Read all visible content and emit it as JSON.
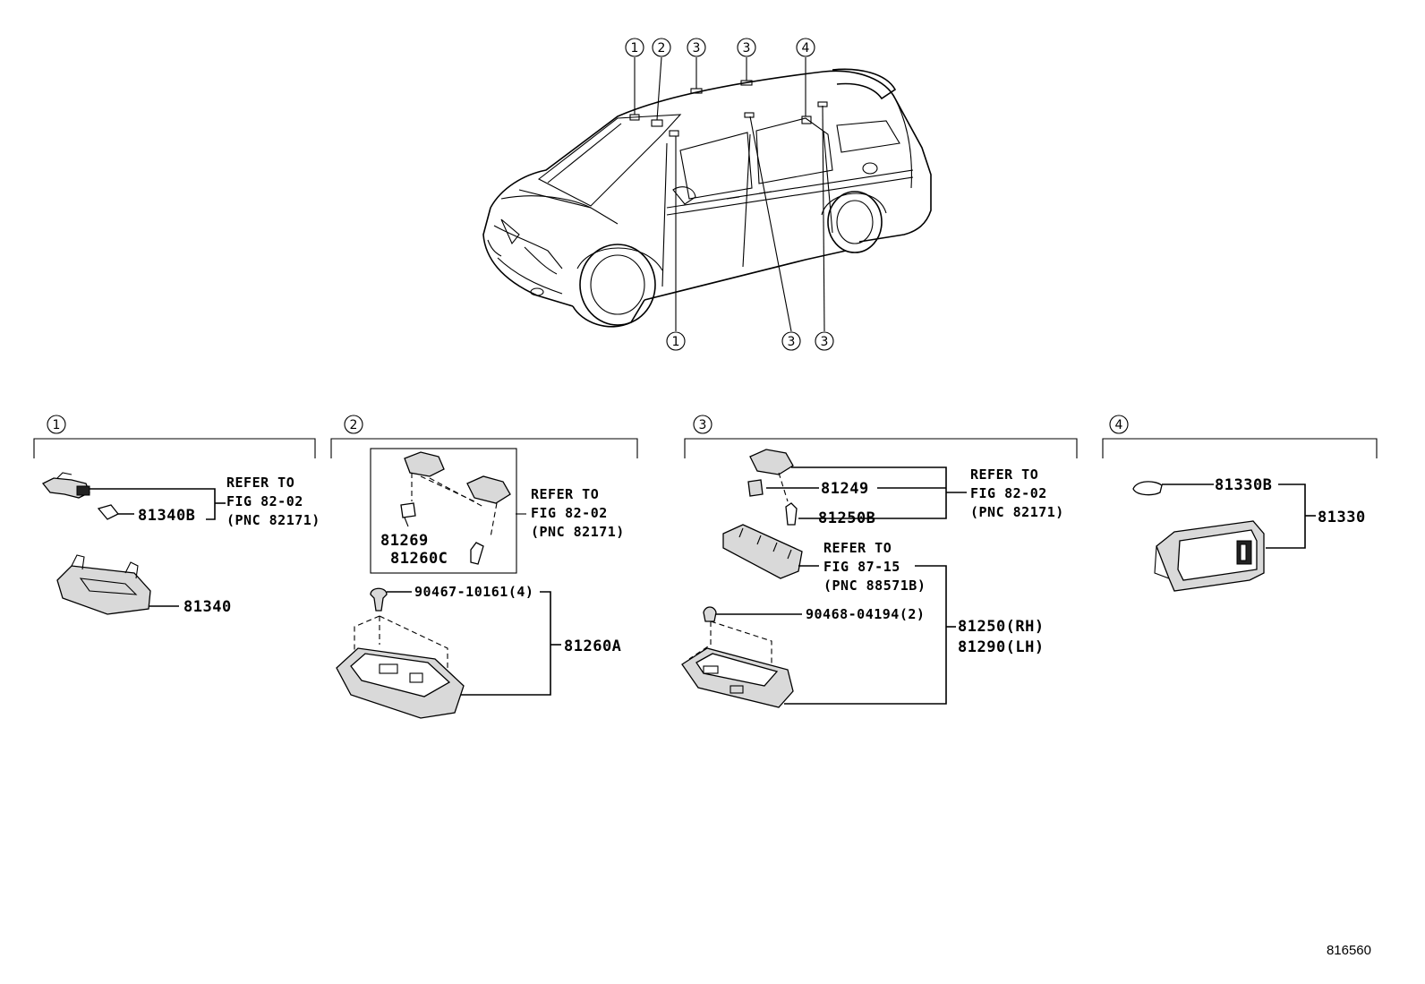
{
  "car_callouts": {
    "top": [
      "1",
      "2",
      "3",
      "3",
      "4"
    ],
    "bottom": [
      "1",
      "3",
      "3"
    ]
  },
  "sections": [
    {
      "number": "1",
      "refer": [
        "REFER TO",
        "FIG 82-02",
        "(PNC 82171)"
      ],
      "parts": [
        "81340B",
        "81340"
      ]
    },
    {
      "number": "2",
      "refer": [
        "REFER TO",
        "FIG 82-02",
        "(PNC 82171)"
      ],
      "parts": [
        "81269",
        "81260C",
        "90467-10161(4)",
        "81260A"
      ]
    },
    {
      "number": "3",
      "refer": [
        "REFER TO",
        "FIG 82-02",
        "(PNC 82171)"
      ],
      "refer2": [
        "REFER TO",
        "FIG 87-15",
        "(PNC 88571B)"
      ],
      "parts": [
        "81249",
        "81250B",
        "90468-04194(2)",
        "81250(RH)",
        "81290(LH)"
      ]
    },
    {
      "number": "4",
      "parts": [
        "81330B",
        "81330"
      ]
    }
  ],
  "figure_id": "816560"
}
